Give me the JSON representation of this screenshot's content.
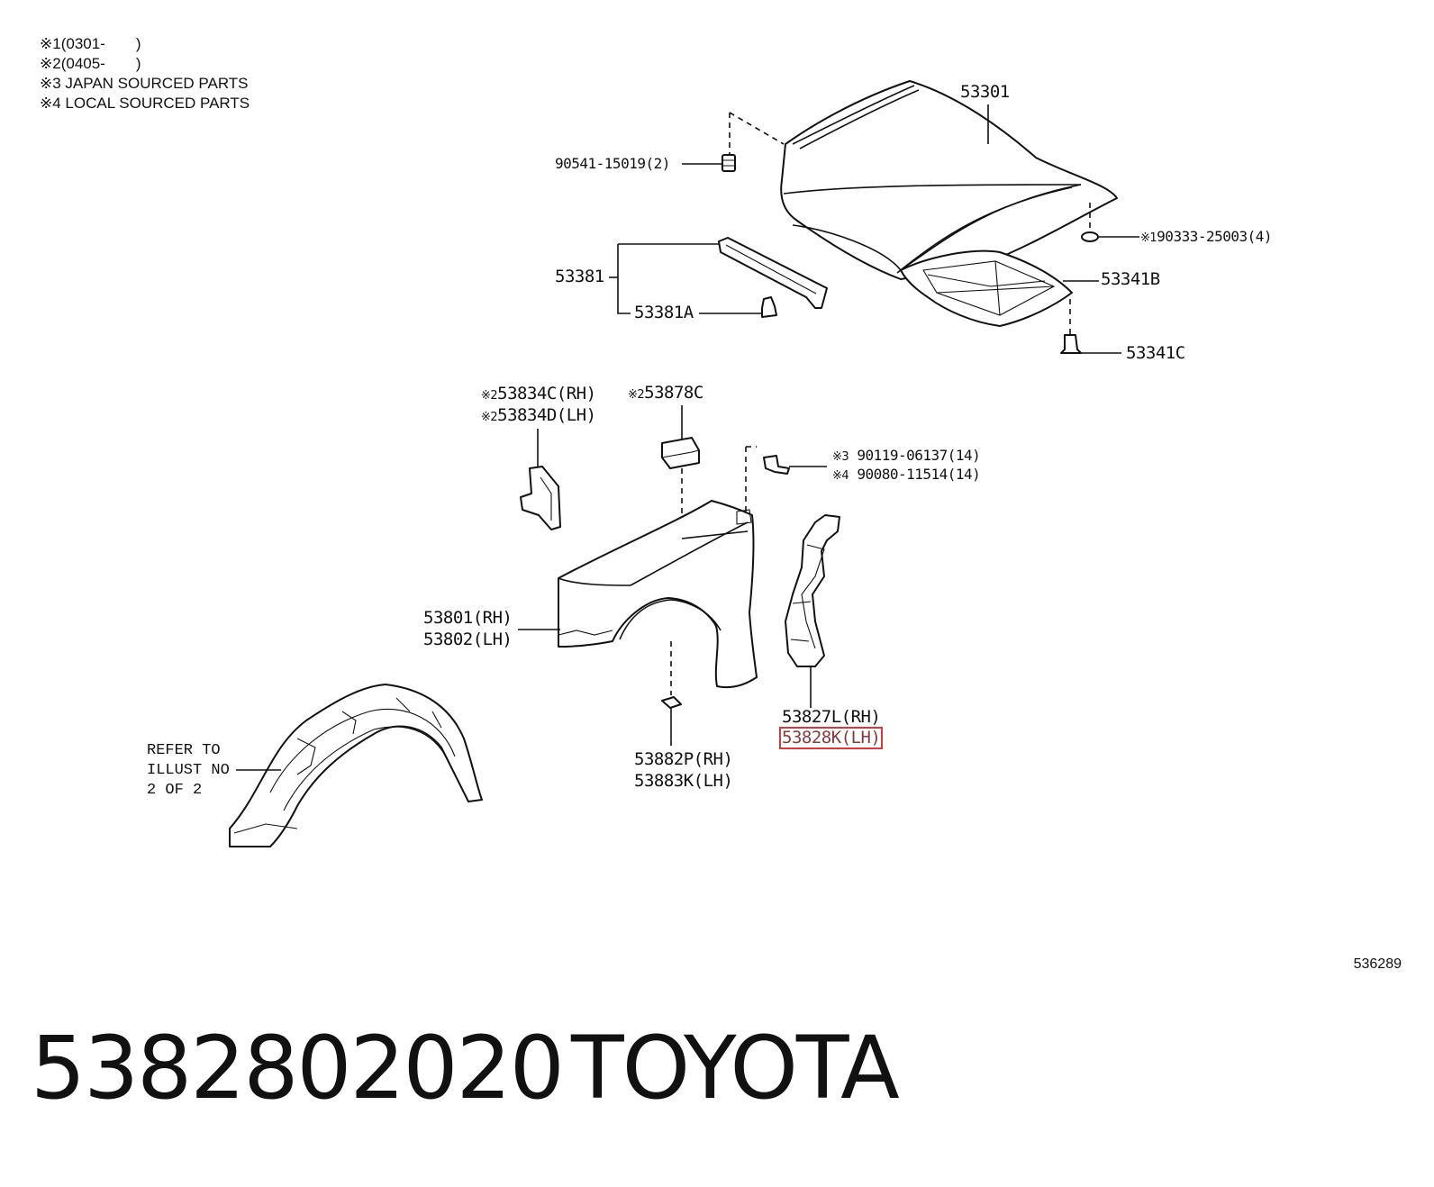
{
  "notes": [
    "※1(0301-　　)",
    "※2(0405-　　)",
    "※3 JAPAN SOURCED PARTS",
    "※4 LOCAL SOURCED PARTS"
  ],
  "parts": {
    "hood": "53301",
    "hood_stop_cushion": "90541-15019(2)",
    "hood_grommet_marker": "※1",
    "hood_grommet": "90333-25003(4)",
    "hood_seal": "53381",
    "hood_seal_clip": "53381A",
    "hood_insulator": "53341B",
    "insulator_clip": "53341C",
    "bracket_marker": "※2",
    "bracket_rh": "53834C(RH)",
    "bracket_lh": "53834D(LH)",
    "spacer_marker": "※2",
    "spacer": "53878C",
    "bolt_marker_japan": "※3",
    "bolt_japan": "90119-06137(14)",
    "bolt_marker_local": "※4",
    "bolt_local": "90080-11514(14)",
    "fender_rh": "53801(RH)",
    "fender_lh": "53802(LH)",
    "protector_rh": "53827L(RH)",
    "protector_lh": "53828K(LH)",
    "seal_rh": "53882P(RH)",
    "seal_lh": "53883K(LH)"
  },
  "liner_note": [
    "REFER TO",
    "ILLUST NO",
    "2 OF 2"
  ],
  "illustration_code": "536289",
  "footer": {
    "part_number": "5382802020",
    "brand": "TOYOTA"
  },
  "highlight_color": "#d23b3b"
}
